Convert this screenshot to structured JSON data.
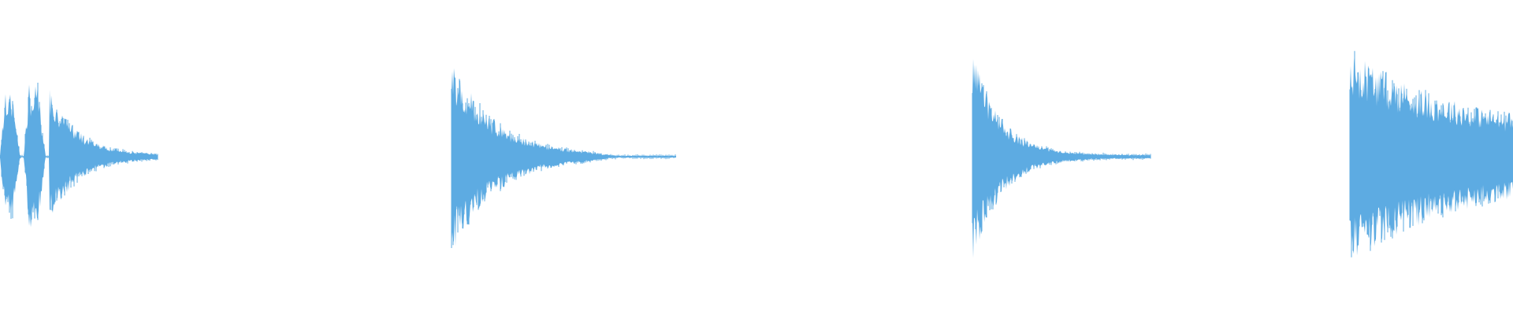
{
  "waveform": {
    "color": "#5dabe2",
    "background": "#ffffff",
    "clips": [
      {
        "hits": [
          {
            "peak_up": 0.58,
            "peak_down": 0.56,
            "attack": 0.004,
            "decay": 0.012,
            "hold": 0.005
          },
          {
            "peak_up": 0.66,
            "peak_down": 0.64,
            "attack": 0.002,
            "decay": 0.012,
            "hold": 0.005
          },
          {
            "peak_up": 0.62,
            "peak_down": 0.6,
            "attack": 0.002,
            "decay": 0.13,
            "hold": 0.0,
            "tail_floor": 0.02
          }
        ]
      },
      {
        "hits": [
          {
            "peak_up": 0.91,
            "peak_down": 0.91,
            "attack": 0.001,
            "decay": 0.2,
            "hold": 0.0,
            "tail_floor": 0.012
          }
        ]
      },
      {
        "hits": [
          {
            "peak_up": 1.0,
            "peak_down": 1.0,
            "attack": 0.001,
            "decay": 0.16,
            "hold": 0.0,
            "tail_floor": 0.015
          }
        ]
      },
      {
        "hits": [
          {
            "peak_up": 1.0,
            "peak_down": 1.0,
            "attack": 0.001,
            "decay": 0.2,
            "hold": 0.0,
            "tail_floor": 0.25
          }
        ]
      }
    ]
  }
}
